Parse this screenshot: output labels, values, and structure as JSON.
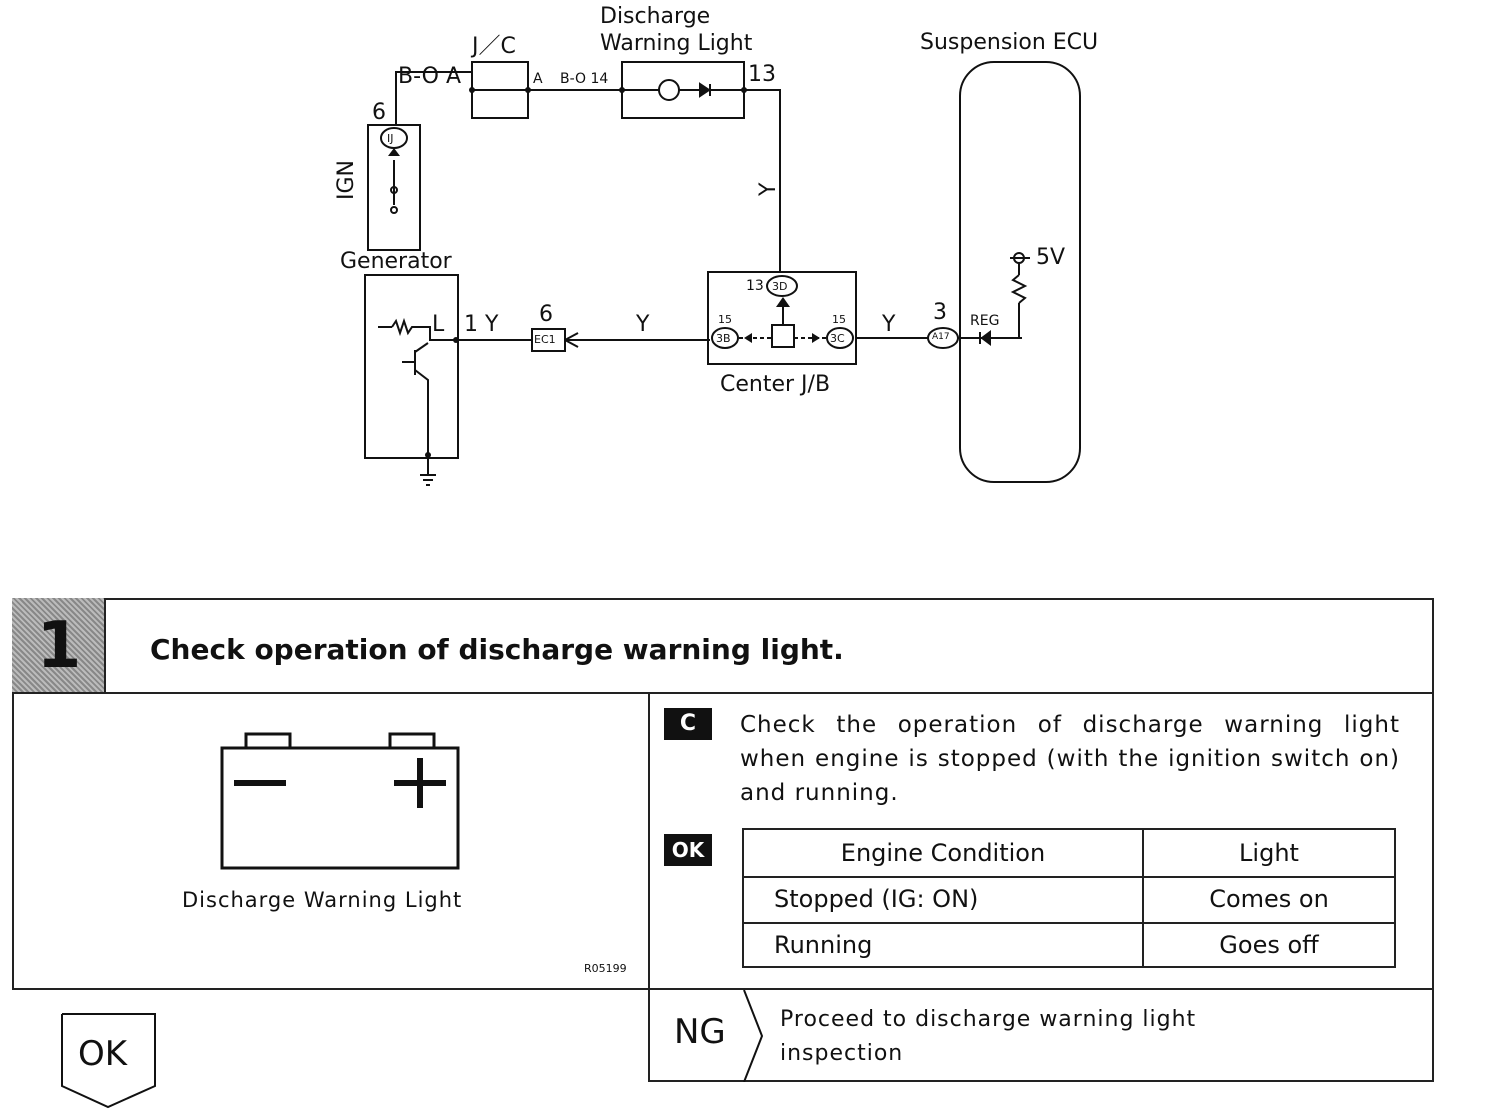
{
  "diagram": {
    "discharge_line1": "Discharge",
    "discharge_line2": "Warning Light",
    "jc": "J／C",
    "suspension_ecu": "Suspension ECU",
    "bo_a": "B-O A",
    "a_right": "A",
    "bo14": "B-O 14",
    "pin13_top": "13",
    "pin6": "6",
    "ij": "IJ",
    "ign": "IGN",
    "y_vertical": "Y",
    "generator": "Generator",
    "five_v": "5V",
    "l_label": "L",
    "one_y": "1  Y",
    "six": "6",
    "ec1": "EC1",
    "y_mid": "Y",
    "pin15_left": "15",
    "j3b": "3B",
    "pin13_jb": "13",
    "j3d": "3D",
    "pin15_right": "15",
    "j3c": "3C",
    "y_right": "Y",
    "three": "3",
    "a17": "A17",
    "reg": "REG",
    "center_jb": "Center J/B"
  },
  "step": {
    "number": "1",
    "title": "Check operation of discharge warning light."
  },
  "figure": {
    "caption": "Discharge Warning Light",
    "code": "R05199",
    "minus": "−",
    "plus": "+"
  },
  "check": {
    "badge": "C",
    "text": "Check the operation of discharge warning light when engine is stopped (with the ignition switch on) and running."
  },
  "ok": {
    "badge": "OK",
    "table": {
      "headers": [
        "Engine Condition",
        "Light"
      ],
      "rows": [
        [
          "Stopped (IG: ON)",
          "Comes on"
        ],
        [
          "Running",
          "Goes off"
        ]
      ]
    }
  },
  "ng": {
    "label": "NG",
    "text_line1": "Proceed to discharge warning light",
    "text_line2": "inspection"
  },
  "ok_next": {
    "label": "OK"
  }
}
